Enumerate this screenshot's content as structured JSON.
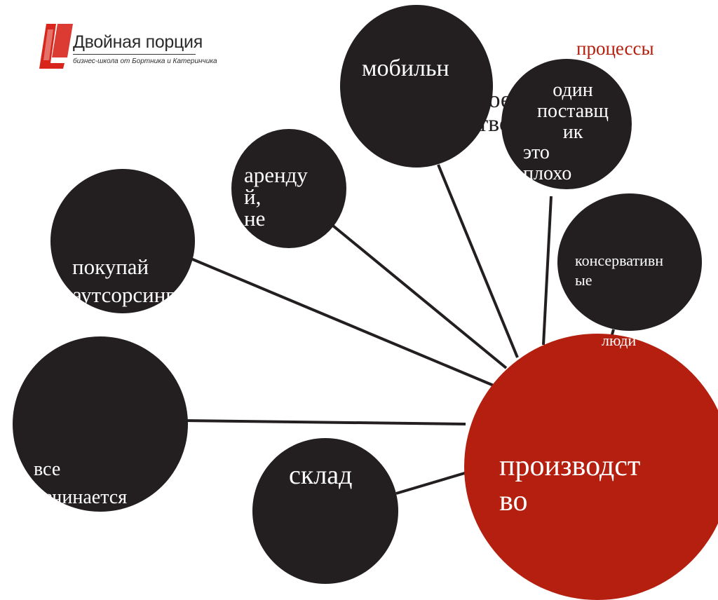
{
  "logo": {
    "title": "Двойная порция",
    "subtitle": "бизнес-школа от Бортника и Катеринчика",
    "colors": {
      "mark_red": "#d8261d",
      "text": "#2b2b2b"
    }
  },
  "header_label": "процессы",
  "colors": {
    "bubble": "#231f20",
    "hub": "#b41f0f",
    "connector": "#231f20",
    "accent_text": "#b41f0f"
  },
  "diagram": {
    "hub": {
      "text": "производст\nво"
    },
    "nodes": [
      {
        "text": "мобильн",
        "overlay": "ое\nпроизводство"
      },
      {
        "text": "один\nпоставщ\nик",
        "overlay": "это\nплохо"
      },
      {
        "text": "аренду\nй,\nне"
      },
      {
        "text": "покупай\nаутсорсинг"
      },
      {
        "text": "консервативн\nые",
        "overlay": "люди"
      },
      {
        "text": "все\nначинается"
      },
      {
        "text": "склад"
      }
    ]
  }
}
